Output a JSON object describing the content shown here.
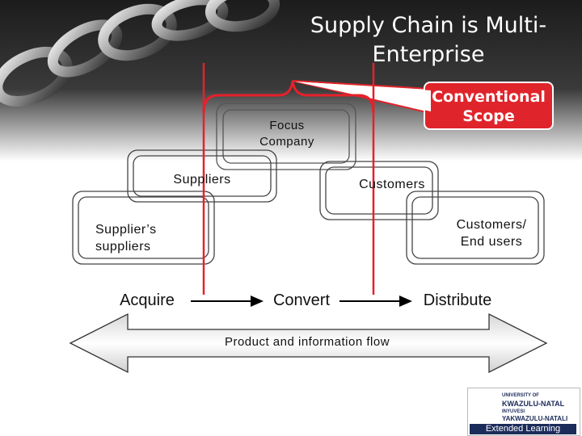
{
  "slide": {
    "title_line1": "Supply Chain is Multi-",
    "title_line2": "Enterprise",
    "callout": {
      "line1": "Conventional",
      "line2": "Scope"
    },
    "boxes": {
      "focus_company": {
        "line1": "Focus",
        "line2": "Company"
      },
      "suppliers": "Suppliers",
      "customers": "Customers",
      "suppliers_suppliers": {
        "line1": "Supplier’s",
        "line2": "suppliers"
      },
      "customers_end_users": {
        "line1": "Customers/",
        "line2": "End users"
      }
    },
    "stages": {
      "acquire": "Acquire",
      "convert": "Convert",
      "distribute": "Distribute"
    },
    "flow_label": "Product and information flow"
  },
  "logo": {
    "line1": "UNIVERSITY OF",
    "line2": "KWAZULU-NATAL",
    "line3": "INYUVESI",
    "line4": "YAKWAZULU-NATALI",
    "line5": "Extended Learning"
  },
  "colors": {
    "scope_red": "#e8202a",
    "callout_red": "#e0242b",
    "header_dark": "#2a2a2a"
  }
}
